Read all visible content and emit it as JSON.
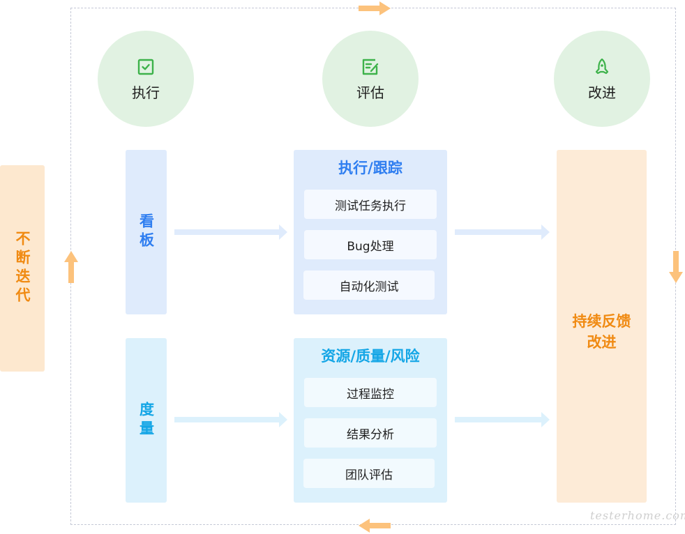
{
  "phases": [
    {
      "label": "执行",
      "icon": "checkbox-icon"
    },
    {
      "label": "评估",
      "icon": "edit-note-icon"
    },
    {
      "label": "改进",
      "icon": "rocket-icon"
    }
  ],
  "rows": [
    {
      "side_label": "看板",
      "panel_title": "执行/跟踪",
      "items": [
        "测试任务执行",
        "Bug处理",
        "自动化测试"
      ]
    },
    {
      "side_label": "度量",
      "panel_title": "资源/质量/风险",
      "items": [
        "过程监控",
        "结果分析",
        "团队评估"
      ]
    }
  ],
  "feedback": {
    "label": "持续反馈改进"
  },
  "iteration": {
    "label": "不断迭代"
  },
  "watermark": "testerhome.com",
  "colors": {
    "phase_circle": "#e1f2e2",
    "phase_icon": "#3db24a",
    "blue_accent": "#2f7ef0",
    "cyan_accent": "#14a6e6",
    "orange_accent": "#f08a12",
    "loop_arrow": "#fcc27c"
  }
}
